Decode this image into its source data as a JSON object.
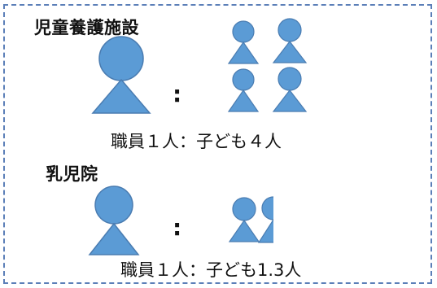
{
  "sections": [
    {
      "title": "児童養護施設",
      "staff_count": 1,
      "children_count": 4,
      "colon": ":",
      "ratio_text": "職員１人：子ども４人"
    },
    {
      "title": "乳児院",
      "staff_count": 1,
      "children_count": 1.3,
      "colon": ":",
      "ratio_text": "職員１人：子ども1.3人"
    }
  ],
  "colors": {
    "figure_fill": "#5b9bd5",
    "figure_stroke": "#4a7cb1",
    "frame_border": "#5b7fb8"
  }
}
